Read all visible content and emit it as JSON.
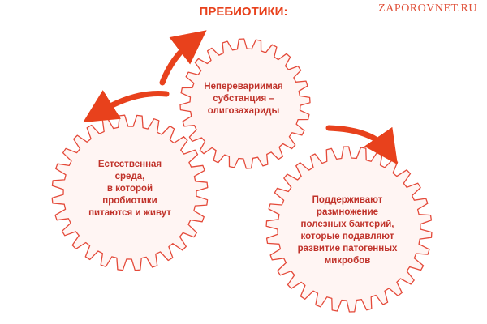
{
  "title": "ПРЕБИОТИКИ:",
  "watermark": "ZAPOROVNET.RU",
  "gears": {
    "top": "Неперевариимая\nсубстанция –\nолигозахариды",
    "left": "Естественная\nсреда,\nв которой\nпробиотики\nпитаются и живут",
    "right": "Поддерживают\nразмножение\nполезных бактерий,\nкоторые подавляют\nразвитие патогенных\nмикробов"
  },
  "colors": {
    "accent": "#e8411c",
    "gear_stroke": "#e44a3a",
    "gear_fill": "#fff5f3",
    "text": "#c0322a"
  }
}
